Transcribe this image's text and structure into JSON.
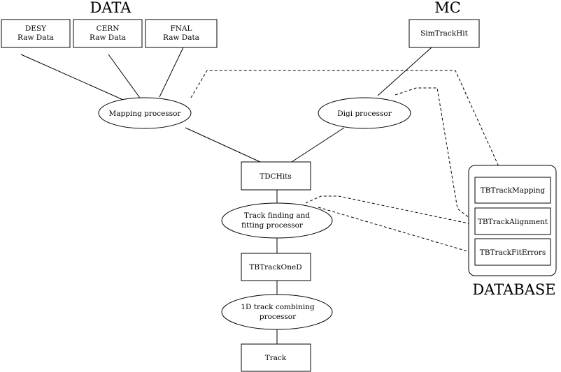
{
  "headings": {
    "data": "DATA",
    "mc": "MC",
    "database": "DATABASE"
  },
  "sources": {
    "desy": [
      "DESY",
      "Raw Data"
    ],
    "cern": [
      "CERN",
      "Raw Data"
    ],
    "fnal": [
      "FNAL",
      "Raw Data"
    ],
    "simtrackhit": "SimTrackHit"
  },
  "processors": {
    "mapping": "Mapping processor",
    "digi": "Digi processor",
    "track_finding": [
      "Track finding and",
      "fitting processor"
    ],
    "combining": [
      "1D track combining",
      "processor"
    ]
  },
  "products": {
    "tdchits": "TDCHits",
    "onedtrack": "TBTrackOneD",
    "track": "Track"
  },
  "database_items": {
    "mapping": "TBTrackMapping",
    "alignment": "TBTrackAlignment",
    "fit_errors": "TBTrackFitErrors"
  }
}
